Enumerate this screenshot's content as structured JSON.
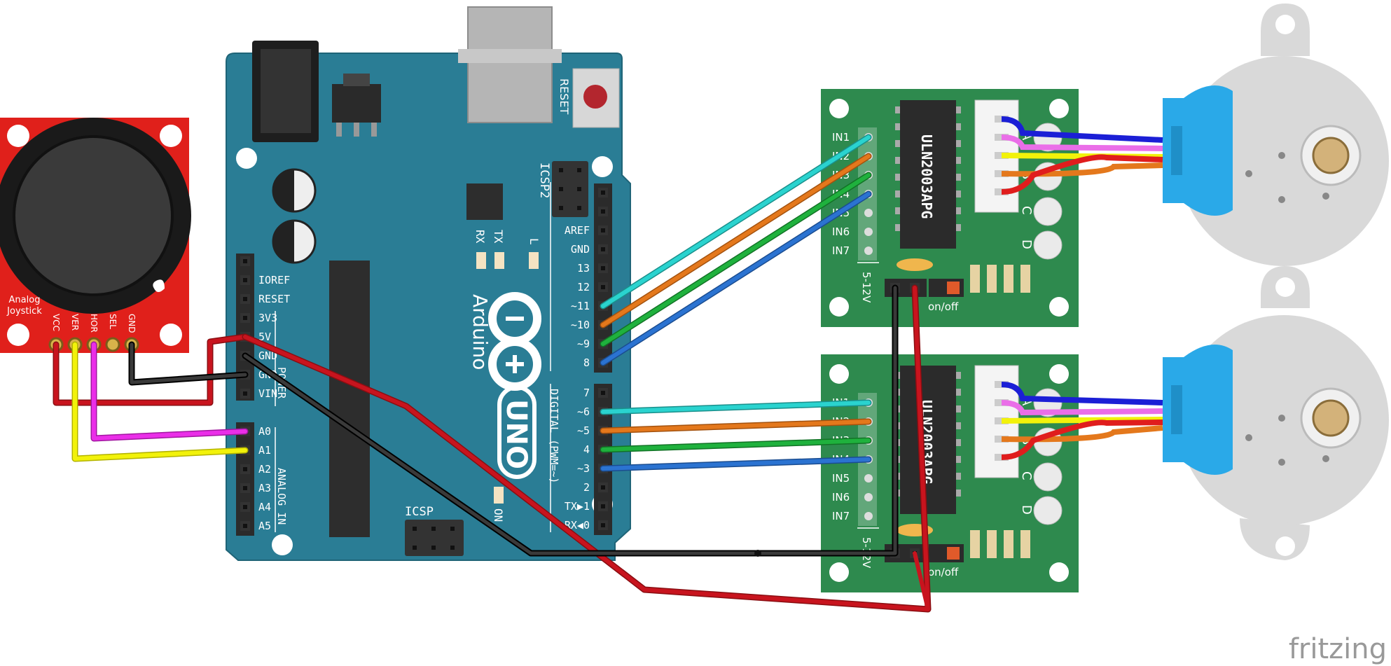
{
  "colors": {
    "arduino_board": "#2a7d95",
    "joystick_board": "#e0201b",
    "driver_board": "#2e8a4e",
    "motor_body": "#d9d9d9",
    "motor_cap": "#2aa9e8",
    "wire_red": "#c8141e",
    "wire_black": "#222222",
    "wire_yellow": "#f2f20a",
    "wire_magenta": "#ea2ee8",
    "wire_cyan": "#2ad3cf",
    "wire_orange": "#e4781c",
    "wire_green": "#1fb13d",
    "wire_blue": "#2b73d1"
  },
  "arduino": {
    "reset": "RESET",
    "icsp2": "ICSP2",
    "icsp": "ICSP",
    "rx": "RX",
    "tx": "TX",
    "l": "L",
    "on": "ON",
    "brand": "Arduino",
    "model": "UNO",
    "digital": "DIGITAL (PWM=~)",
    "power": "POWER",
    "analog_in": "ANALOG IN",
    "power_pins": [
      "IOREF",
      "RESET",
      "3V3",
      "5V",
      "GND",
      "GND",
      "VIN"
    ],
    "analog_pins": [
      "A0",
      "A1",
      "A2",
      "A3",
      "A4",
      "A5"
    ],
    "digital_top_pins": [
      "AREF",
      "GND",
      "13",
      "12",
      "~11",
      "~10",
      "~9",
      "8"
    ],
    "digital_bottom_pins": [
      "7",
      "~6",
      "~5",
      "4",
      "~3",
      "2",
      "TX▶1",
      "RX◀0"
    ]
  },
  "joystick": {
    "label_line1": "Analog",
    "label_line2": "Joystick",
    "pins": [
      "VCC",
      "VER",
      "HOR",
      "SEL",
      "GND"
    ]
  },
  "drivers": [
    {
      "chip": "ULN2003APG",
      "inputs": [
        "IN1",
        "IN2",
        "IN3",
        "IN4",
        "IN5",
        "IN6",
        "IN7"
      ],
      "voltage": "5-12V",
      "switch": "on/off",
      "leds": [
        "A",
        "B",
        "C",
        "D"
      ]
    },
    {
      "chip": "ULN2003APG",
      "inputs": [
        "IN1",
        "IN2",
        "IN3",
        "IN4",
        "IN5",
        "IN6",
        "IN7"
      ],
      "voltage": "5-12V",
      "switch": "on/off",
      "leds": [
        "A",
        "B",
        "C",
        "D"
      ]
    }
  ],
  "footer": {
    "brand": "fritzing"
  }
}
